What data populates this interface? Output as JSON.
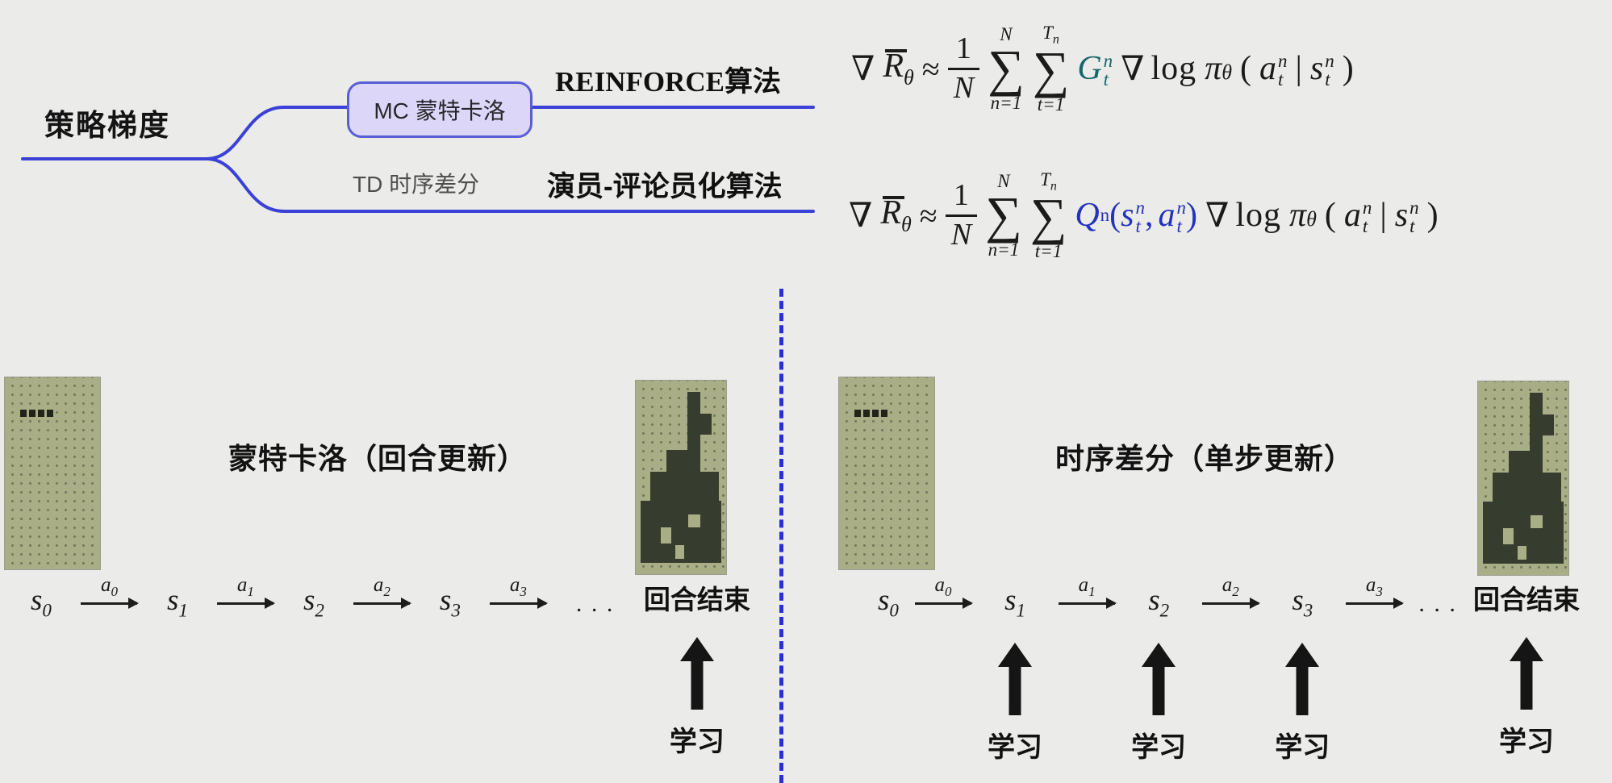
{
  "mindmap": {
    "root_label": "策略梯度",
    "mc_node_label": "MC 蒙特卡洛",
    "td_node_label": "TD 时序差分",
    "mc_branch_label": "REINFORCE算法",
    "td_branch_label": "演员-评论员化算法",
    "line_color": "#3a41d6",
    "node_fill": "#dcd7f8",
    "node_border": "#585ed6"
  },
  "math": {
    "common": {
      "grad": "∇",
      "R": "R",
      "theta": "θ",
      "approx": "≈",
      "one": "1",
      "N": "N",
      "sigma": "∑",
      "lower1": "n=1",
      "lower2": "t=1",
      "T": "T",
      "n": "n",
      "t": "t",
      "log": "log",
      "pi": "π",
      "a": "a",
      "s": "s",
      "lparen": "(",
      "rparen": ")",
      "vbar": "|",
      "comma": ","
    },
    "reinforce": {
      "plain": "∇R̄_θ ≈ (1/N) Σ_{n=1}^{N} Σ_{t=1}^{T_n} G_t^n ∇log π_θ(a_t^n | s_t^n)",
      "G": "G",
      "accent_color": "#16666a"
    },
    "actor_critic": {
      "plain": "∇R̄_θ ≈ (1/N) Σ_{n=1}^{N} Σ_{t=1}^{T_n} Q^n(s_t^n, a_t^n) ∇log π_θ(a_t^n | s_t^n)",
      "Q": "Q",
      "accent_color": "#2433bb"
    }
  },
  "panels": {
    "divider_color": "#2a2fd2",
    "left": {
      "title": "蒙特卡洛（回合更新）"
    },
    "right": {
      "title": "时序差分（单步更新）"
    }
  },
  "chain": {
    "state": "s",
    "state_subs": [
      "0",
      "1",
      "2",
      "3"
    ],
    "action": "a",
    "action_subs": [
      "0",
      "1",
      "2",
      "3"
    ],
    "ellipsis": ". . .",
    "end_label": "回合结束",
    "learn_label": "学习"
  },
  "board": {
    "bg_color": "#a9ae87",
    "block_color": "#363c2e"
  }
}
